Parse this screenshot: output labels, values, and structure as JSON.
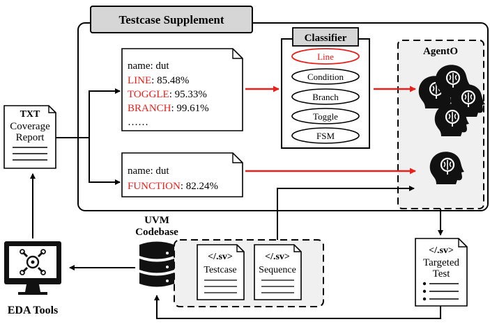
{
  "title": "Testcase Supplement",
  "coverage_report": {
    "line1": "TXT",
    "line2": "Coverage",
    "line3": "Report"
  },
  "coverage_box_1": {
    "name": "name: dut",
    "rows": [
      {
        "metric": "LINE",
        "value": ": 85.48%"
      },
      {
        "metric": "TOGGLE",
        "value": ": 95.33%"
      },
      {
        "metric": "BRANCH",
        "value": ": 99.61%"
      }
    ],
    "ellipsis": "……"
  },
  "coverage_box_2": {
    "name": "name: dut",
    "metric": "FUNCTION",
    "value": ": 82.24%"
  },
  "classifier": {
    "title": "Classifier",
    "items": [
      "Line",
      "Condition",
      "Branch",
      "Toggle",
      "FSM"
    ],
    "highlighted_item": "Line"
  },
  "agent": {
    "title": "AgentO"
  },
  "uvm_codebase": {
    "line1": "UVM",
    "line2": "Codebase"
  },
  "testcase_file": {
    "tag": "</.sv>",
    "label": "Testcase"
  },
  "sequence_file": {
    "tag": "</.sv>",
    "label": "Sequence"
  },
  "targeted_test": {
    "tag": "</.sv>",
    "line1": "Targeted",
    "line2": "Test"
  },
  "eda_tools": {
    "label": "EDA Tools"
  },
  "colors": {
    "accent_red": "#e8201c",
    "panel_gray": "#f0f0f0",
    "title_gray": "#d6d6d6",
    "stroke": "#000000"
  }
}
